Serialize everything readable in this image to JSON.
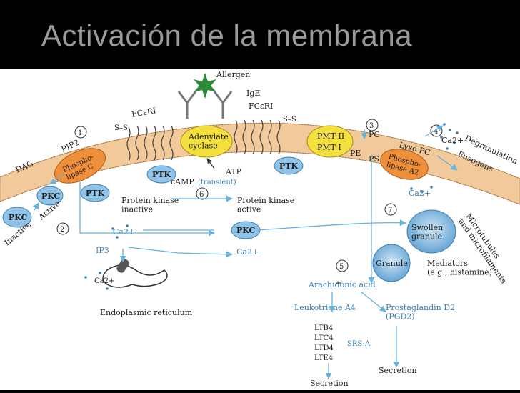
{
  "slide": {
    "title": "Activación de la membrana"
  },
  "colors": {
    "membrane": "#f1c99a",
    "lipid_head": "#e8b87e",
    "enzyme_orange": "#ef8f3a",
    "enzyme_yellow": "#f3df3e",
    "ptk_blue": "#8fc4e8",
    "granule_blue": "#5d9fd0",
    "arrow_blue": "#68b2dc",
    "allergen_green": "#2c8a36"
  },
  "icons": [
    "allergen-star-icon",
    "ige-antibody-icon",
    "ca-dots-icon"
  ],
  "labels": {
    "allergen": "Allergen",
    "ige": "IgE",
    "fceri_left": "FCεRI",
    "fceri_right": "FCεRI",
    "ss_left": "S–S",
    "ss_right": "S–S",
    "step1": "1",
    "step2": "2",
    "step3": "3",
    "step4": "4",
    "step5": "5",
    "step6": "6",
    "step7": "7",
    "pip2": "PIP2",
    "dag": "DAG",
    "phospholipase_c": "Phospho-\nlipase C",
    "pkc_inactive": "PKC",
    "inactive": "Inactive",
    "pkc_active": "PKC",
    "active": "Active",
    "ptk1": "PTK",
    "ptk2": "PTK",
    "ptk3": "PTK",
    "adenylate_cyclase": "Adenylate\ncyclase",
    "camp": "cAMP",
    "transient": "(transient)",
    "atp": "ATP",
    "pk_inactive": "Protein kinase\ninactive",
    "pk_active": "Protein kinase\nactive",
    "pkc_mid": "PKC",
    "ca2_mid": "Ca2+",
    "ca2_er_top": "Ca2+",
    "ca2_er": "Ca2+",
    "ip3": "IP3",
    "er": "Endoplasmic reticulum",
    "pmt2": "PMT II",
    "pmt1": "PMT I",
    "pc": "PC",
    "pe": "PE",
    "ps": "PS",
    "lyso_pc": "Lyso PC",
    "phospholipase_a2": "Phospho-\nlipase A2",
    "ca2_top": "Ca2+",
    "ca2_fus": "Ca2+",
    "degranulation": "Degranulation",
    "fusogens": "Fusogens",
    "swollen_granule": "Swollen\ngranule",
    "microtubules": "Microtubules\nand microfilaments",
    "granule": "Granule",
    "mediators": "Mediators\n(e.g., histamine)",
    "arachidonic": "Arachidonic acid",
    "leukotriene": "Leukotriene A4",
    "prostaglandin": "Prostaglandin D2\n(PGD2)",
    "ltb4": "LTB4",
    "ltc4": "LTC4",
    "ltd4": "LTD4",
    "lte4": "LTE4",
    "srsa": "SRS-A",
    "secretion_left": "Secretion",
    "secretion_right": "Secretion"
  }
}
